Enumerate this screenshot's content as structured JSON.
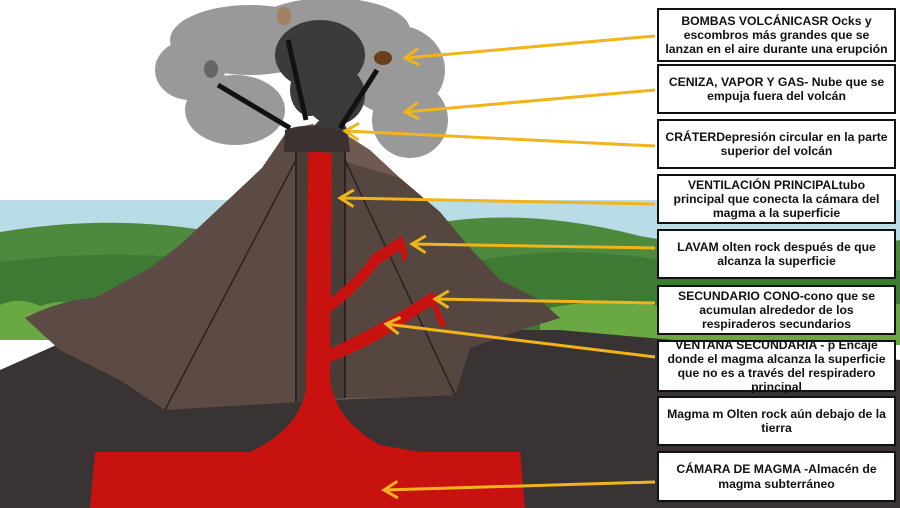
{
  "diagram": {
    "labels": [
      {
        "id": "bombas",
        "text": "BOMBAS VOLCÁNICASR Ocks y escombros más grandes que se lanzan en el aire durante una erupción"
      },
      {
        "id": "ceniza",
        "text": "CENIZA, VAPOR Y GAS- Nube que se empuja fuera del volcán"
      },
      {
        "id": "crater",
        "text": "CRÁTERDepresión circular en la parte superior del volcán"
      },
      {
        "id": "ventilacion",
        "text": "VENTILACIÓN PRINCIPALtubo principal que conecta la cámara del magma a la superficie"
      },
      {
        "id": "lava",
        "text": "LAVAM olten rock después de que alcanza la superficie"
      },
      {
        "id": "secundario",
        "text": "SECUNDARIO CONO-cono que se acumulan alrededor de los respiraderos secundarios"
      },
      {
        "id": "ventana",
        "text": "VENTANA SECUNDARIA - p Encaje donde el magma alcanza la superficie que no es a través del respiradero principal"
      },
      {
        "id": "magma",
        "text": "Magma m Olten rock aún debajo de la tierra"
      },
      {
        "id": "camara",
        "text": "CÁMARA DE MAGMA -Almacén de magma subterráneo"
      }
    ]
  },
  "colors": {
    "sky": "#b8dbe6",
    "hills": "#4c8b3c",
    "grass": "#5f9e3e",
    "ground": "#3a3434",
    "volcano": "#6e5a52",
    "volcano_shadow": "#4f3f39",
    "lava": "#c4120e",
    "smoke": "#8f8f8f",
    "arrow": "#f2b41b"
  }
}
